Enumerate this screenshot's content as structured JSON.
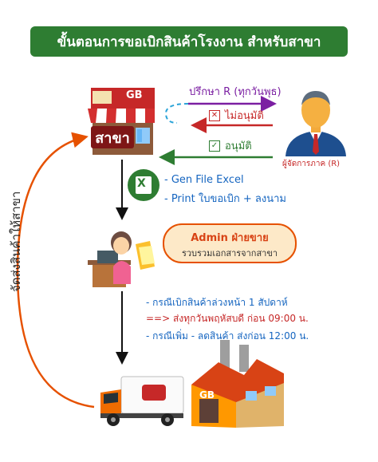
{
  "title": "ขั้นตอนการขอเบิกสินค้าโรงงาน สำหรับสาขา",
  "branch": {
    "label": "สาขา",
    "sign": "GB"
  },
  "consult": "ปรึกษา R (ทุกวันพุธ)",
  "reject": "ไม่อนุมัติ",
  "approve": "อนุมัติ",
  "manager_label": "ผู้จัดการภาค (R)",
  "excel": {
    "line1": "- Gen File Excel",
    "line2": "- Print ใบขอเบิก + ลงนาม"
  },
  "admin": {
    "title": "Admin ฝ่ายขาย",
    "subtitle": "รวบรวมเอกสารจากสาขา"
  },
  "notes": {
    "line1": "- กรณีเบิกสินค้าล่วงหน้า 1 สัปดาห์",
    "line2": "==> ส่งทุกวันพฤหัสบดี ก่อน 09:00 น.",
    "line3": "- กรณีเพิ่ม - ลดสินค้า ส่งก่อน 12:00 น."
  },
  "side_label": "จัดส่งสินค้าให้สาขา",
  "factory_sign": "GB",
  "colors": {
    "title_bg": "#2e7d32",
    "purple": "#7b1fa2",
    "red": "#c62828",
    "green": "#2e7d32",
    "blue": "#1565c0",
    "orange": "#e65100"
  }
}
